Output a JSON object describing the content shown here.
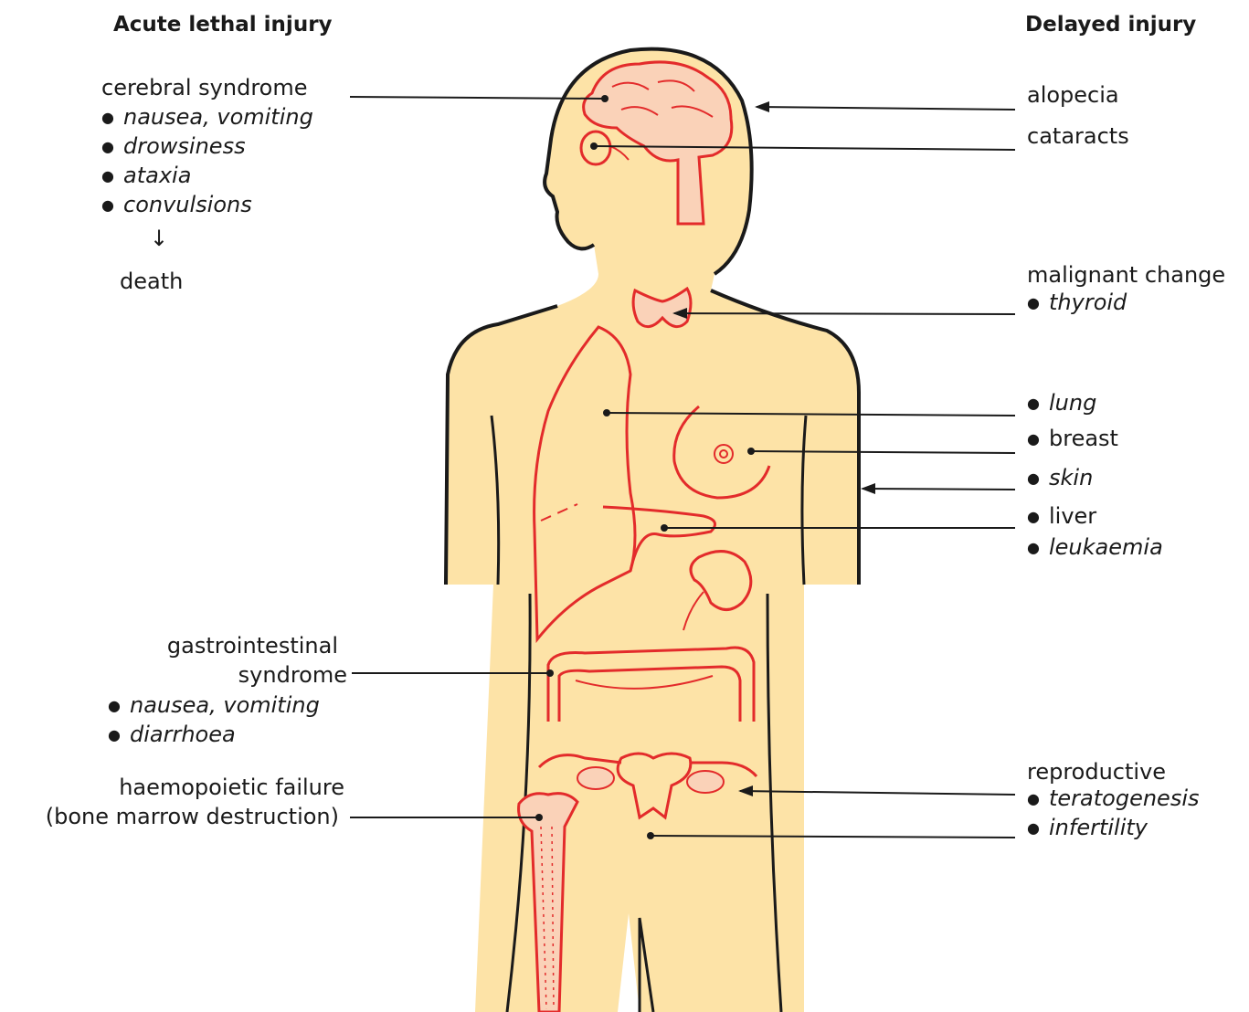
{
  "headers": {
    "acute": "Acute lethal injury",
    "delayed": "Delayed injury"
  },
  "acute": {
    "cerebral": {
      "title": "cerebral syndrome",
      "symptoms": [
        "nausea, vomiting",
        "drowsiness",
        "ataxia",
        "convulsions"
      ],
      "arrow": "↓",
      "outcome": "death"
    },
    "gastro": {
      "title_line1": "gastrointestinal",
      "title_line2": "syndrome",
      "symptoms": [
        "nausea, vomiting",
        "diarrhoea"
      ]
    },
    "haemo": {
      "title_line1": "haemopoietic failure",
      "title_line2": "(bone marrow destruction)"
    }
  },
  "delayed": {
    "alopecia": "alopecia",
    "cataracts": "cataracts",
    "malignant_title": "malignant change",
    "malignant_sites": [
      "thyroid",
      "lung",
      "breast",
      "skin",
      "liver",
      "leukaemia"
    ],
    "reproductive_title": "reproductive",
    "reproductive_items": [
      "teratogenesis",
      "infertility"
    ]
  },
  "colors": {
    "skin": "#fde3a7",
    "organ": "#e32b2b",
    "outline": "#1a1a1a",
    "leader": "#1a1a1a"
  }
}
